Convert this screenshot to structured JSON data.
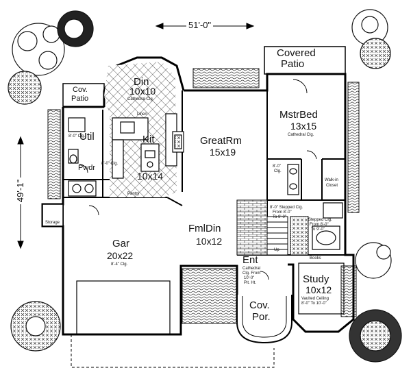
{
  "dimensions": {
    "width": "51'-0\"",
    "depth": "49'-1\""
  },
  "rooms": {
    "covered_patio": {
      "name": "Covered",
      "sub": "Patio"
    },
    "cov_patio": {
      "name": "Cov.",
      "sub": "Patio"
    },
    "din": {
      "name": "Din",
      "dim": "10x10",
      "note": "Cathedral Clg."
    },
    "kit": {
      "name": "Kit",
      "dim": "10x14"
    },
    "great": {
      "name": "GreatRm",
      "dim": "15x19"
    },
    "mstr": {
      "name": "MstrBed",
      "dim": "13x15",
      "note": "Cathedral Clg."
    },
    "util": {
      "name": "Util",
      "note": "8'-0\" Clg."
    },
    "pwdr": {
      "name": "Pwdr"
    },
    "pwdr_clg": {
      "note": "8'-0\" Clg."
    },
    "pantry": {
      "name": "Pantry"
    },
    "linen": {
      "name": "Linen"
    },
    "fml": {
      "name": "FmlDin",
      "dim": "10x12"
    },
    "gar": {
      "name": "Gar",
      "dim": "20x22",
      "note": "8'-4\" Clg."
    },
    "ent": {
      "name": "Ent",
      "note1": "Cathedral",
      "note2": "Clg. From",
      "note3": "10'-0\"",
      "note4": "Pit. Ht."
    },
    "cov_por": {
      "name": "Cov.",
      "sub": "Por."
    },
    "study": {
      "name": "Study",
      "dim": "10x12",
      "note1": "Vaulted Ceiling",
      "note2": "8'-0\" To 10'-0\""
    },
    "walkin": {
      "name": "Walk-in",
      "sub": "Closet"
    },
    "bath_clg": {
      "note1": "8'-0\"",
      "note2": "Clg."
    },
    "stepped": {
      "note1": "Stepped Clg.",
      "note2": "From 8'-0\"",
      "note3": "To 9'-0\""
    },
    "stepped2": {
      "note1": "8'-0\" Stepped Clg.",
      "note2": "From 8'-0\"",
      "note3": "To 9'-0\""
    },
    "storage": {
      "name": "Storage"
    },
    "books": {
      "name": "Books"
    },
    "up": {
      "name": "Up"
    }
  }
}
